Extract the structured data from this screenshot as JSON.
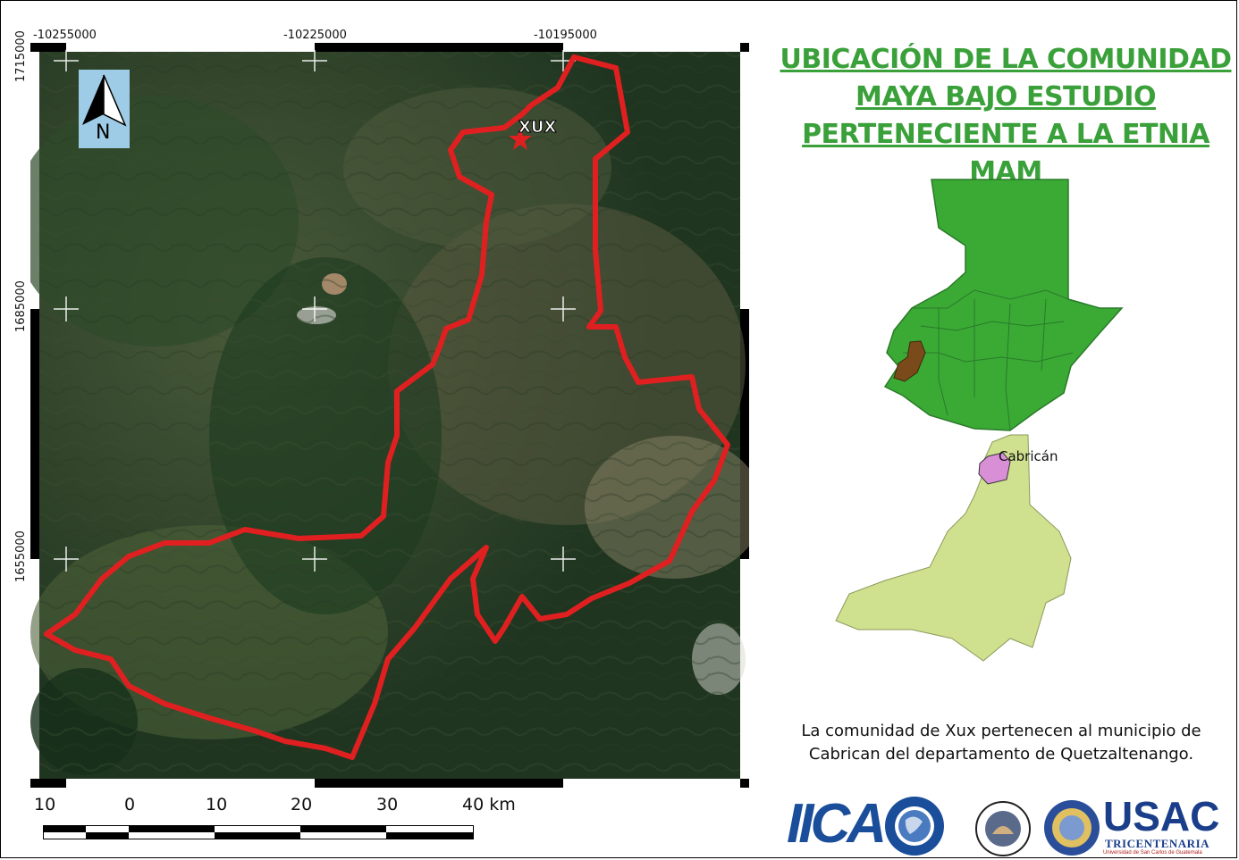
{
  "title": {
    "line1": "UBICACIÓN DE LA COMUNIDAD",
    "line2": "MAYA BAJO ESTUDIO",
    "line3": "PERTENECIENTE A LA ETNIA MAM"
  },
  "map": {
    "x_ticks": [
      "-10255000",
      "-10225000",
      "-10195000"
    ],
    "y_ticks": [
      "1715000",
      "1685000",
      "1655000"
    ],
    "north_label": "N",
    "place_label": "XUX",
    "boundary_color": "#e02020"
  },
  "inset": {
    "municipality_label": "Cabricán",
    "country_color": "#3aaa35",
    "highlight_color": "#7a4a1a",
    "department_color": "#cfe08e",
    "municipality_color": "#d98fd6"
  },
  "scale_bar": {
    "labels": [
      "10",
      "0",
      "10",
      "20",
      "30",
      "40 km"
    ]
  },
  "caption": {
    "line1": "La comunidad de Xux pertenecen al municipio de",
    "line2": "Cabrican del departamento de Quetzaltenango."
  },
  "logos": {
    "iica": "IICA",
    "usac": "USAC",
    "usac_sub": "TRICENTENARIA",
    "usac_small": "Universidad de San Carlos de Guatemala"
  }
}
